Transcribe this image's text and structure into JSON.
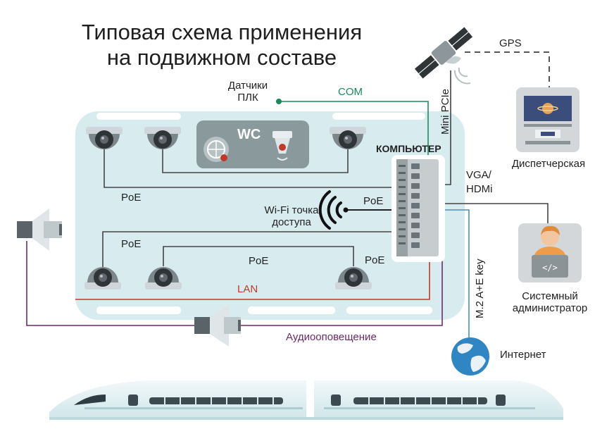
{
  "title_line1": "Типовая схема применения",
  "title_line2": "на подвижном составе",
  "labels": {
    "gps": "GPS",
    "sensors_line1": "Датчики",
    "sensors_line2": "ПЛК",
    "com": "COM",
    "mini_pcie": "Mini PCIe",
    "wc": "WC",
    "computer": "КОМПЬЮТЕР",
    "dispatch": "Диспетчерская",
    "vga_line1": "VGA/",
    "vga_line2": "HDMi",
    "poe": "PoE",
    "wifi_line1": "Wi-Fi точка",
    "wifi_line2": "доступа",
    "m2": "M.2 A+E key",
    "admin_line1": "Системный",
    "admin_line2": "администратор",
    "lan": "LAN",
    "audio": "Аудиооповещение",
    "internet": "Интернет"
  },
  "colors": {
    "car_body": "#d8ecef",
    "com_line": "#1b8a5a",
    "lan_line": "#c0392b",
    "audio_line": "#6c2a6a",
    "internet_line": "#4a8fb5",
    "cable": "#444444",
    "gps_line": "#555555"
  },
  "icons": [
    "dome-camera-icon",
    "satellite-icon",
    "wc-icon",
    "computer-icon",
    "wifi-icon",
    "speaker-icon",
    "globe-icon",
    "monitor-icon",
    "admin-icon",
    "train-icon"
  ]
}
